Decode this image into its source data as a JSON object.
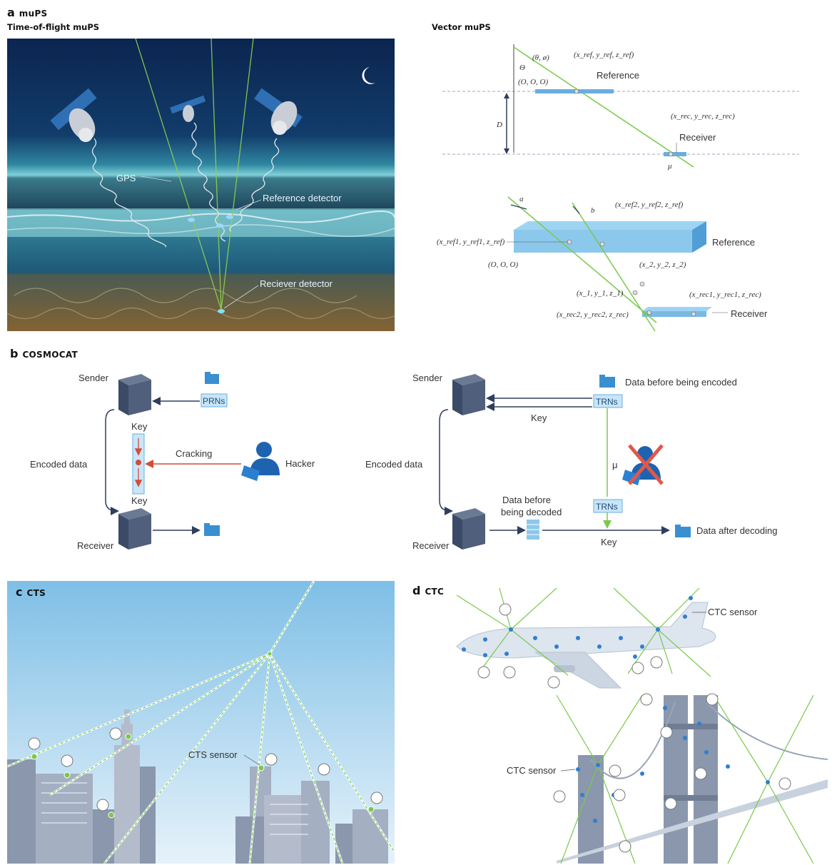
{
  "panel_a": {
    "letter": "a",
    "title": "muPS",
    "left_subtitle": "Time-of-flight muPS",
    "right_subtitle": "Vector muPS",
    "tof_labels": {
      "gps": "GPS",
      "reference_detector": "Reference detector",
      "receiver_detector": "Reciever detector"
    },
    "vector_top": {
      "theta_phi": "(θ, ø)",
      "theta": "Θ",
      "origin": "(O, O, O)",
      "ref_coord": "(x_ref, y_ref, z_ref)",
      "reference": "Reference",
      "D": "D",
      "rec_coord": "(x_rec, y_rec, z_rec)",
      "receiver": "Receiver",
      "mu": "μ"
    },
    "vector_bottom": {
      "a": "a",
      "b": "b",
      "ref2": "(x_ref2, y_ref2, z_ref)",
      "ref1": "(x_ref1, y_ref1, z_ref)",
      "reference": "Reference",
      "origin": "(O, O, O)",
      "p1": "(x_1, y_1, z_1)",
      "p2": "(x_2, y_2, z_2)",
      "rec1": "(x_rec1, y_rec1, z_rec)",
      "rec2": "(x_rec2, y_rec2, z_rec)",
      "receiver": "Receiver"
    }
  },
  "panel_b": {
    "letter": "b",
    "title": "COSMOCAT",
    "left": {
      "sender": "Sender",
      "prns": "PRNs",
      "key_top": "Key",
      "encoded": "Encoded data",
      "cracking": "Cracking",
      "hacker": "Hacker",
      "key_bottom": "Key",
      "receiver": "Receiver"
    },
    "right": {
      "sender": "Sender",
      "data_before_encoded": "Data before being encoded",
      "trns_top": "TRNs",
      "key_top": "Key",
      "encoded": "Encoded data",
      "mu": "μ",
      "data_before_decoded_1": "Data before",
      "data_before_decoded_2": "being decoded",
      "trns_bottom": "TRNs",
      "data_after": "Data after decoding",
      "key_bottom": "Key",
      "receiver": "Receiver"
    }
  },
  "panel_c": {
    "letter": "c",
    "title": "CTS",
    "sensor_label": "CTS sensor"
  },
  "panel_d": {
    "letter": "d",
    "title": "CTC",
    "sensor_label_plane": "CTC sensor",
    "sensor_label_bridge": "CTC sensor"
  },
  "colors": {
    "muon_green": "#8fd14f",
    "ocean_top": "#0b2a55",
    "sky_blue": "#8ec9ea",
    "server_blue": "#2f3e5c",
    "accent_blue": "#3a8fd0"
  }
}
